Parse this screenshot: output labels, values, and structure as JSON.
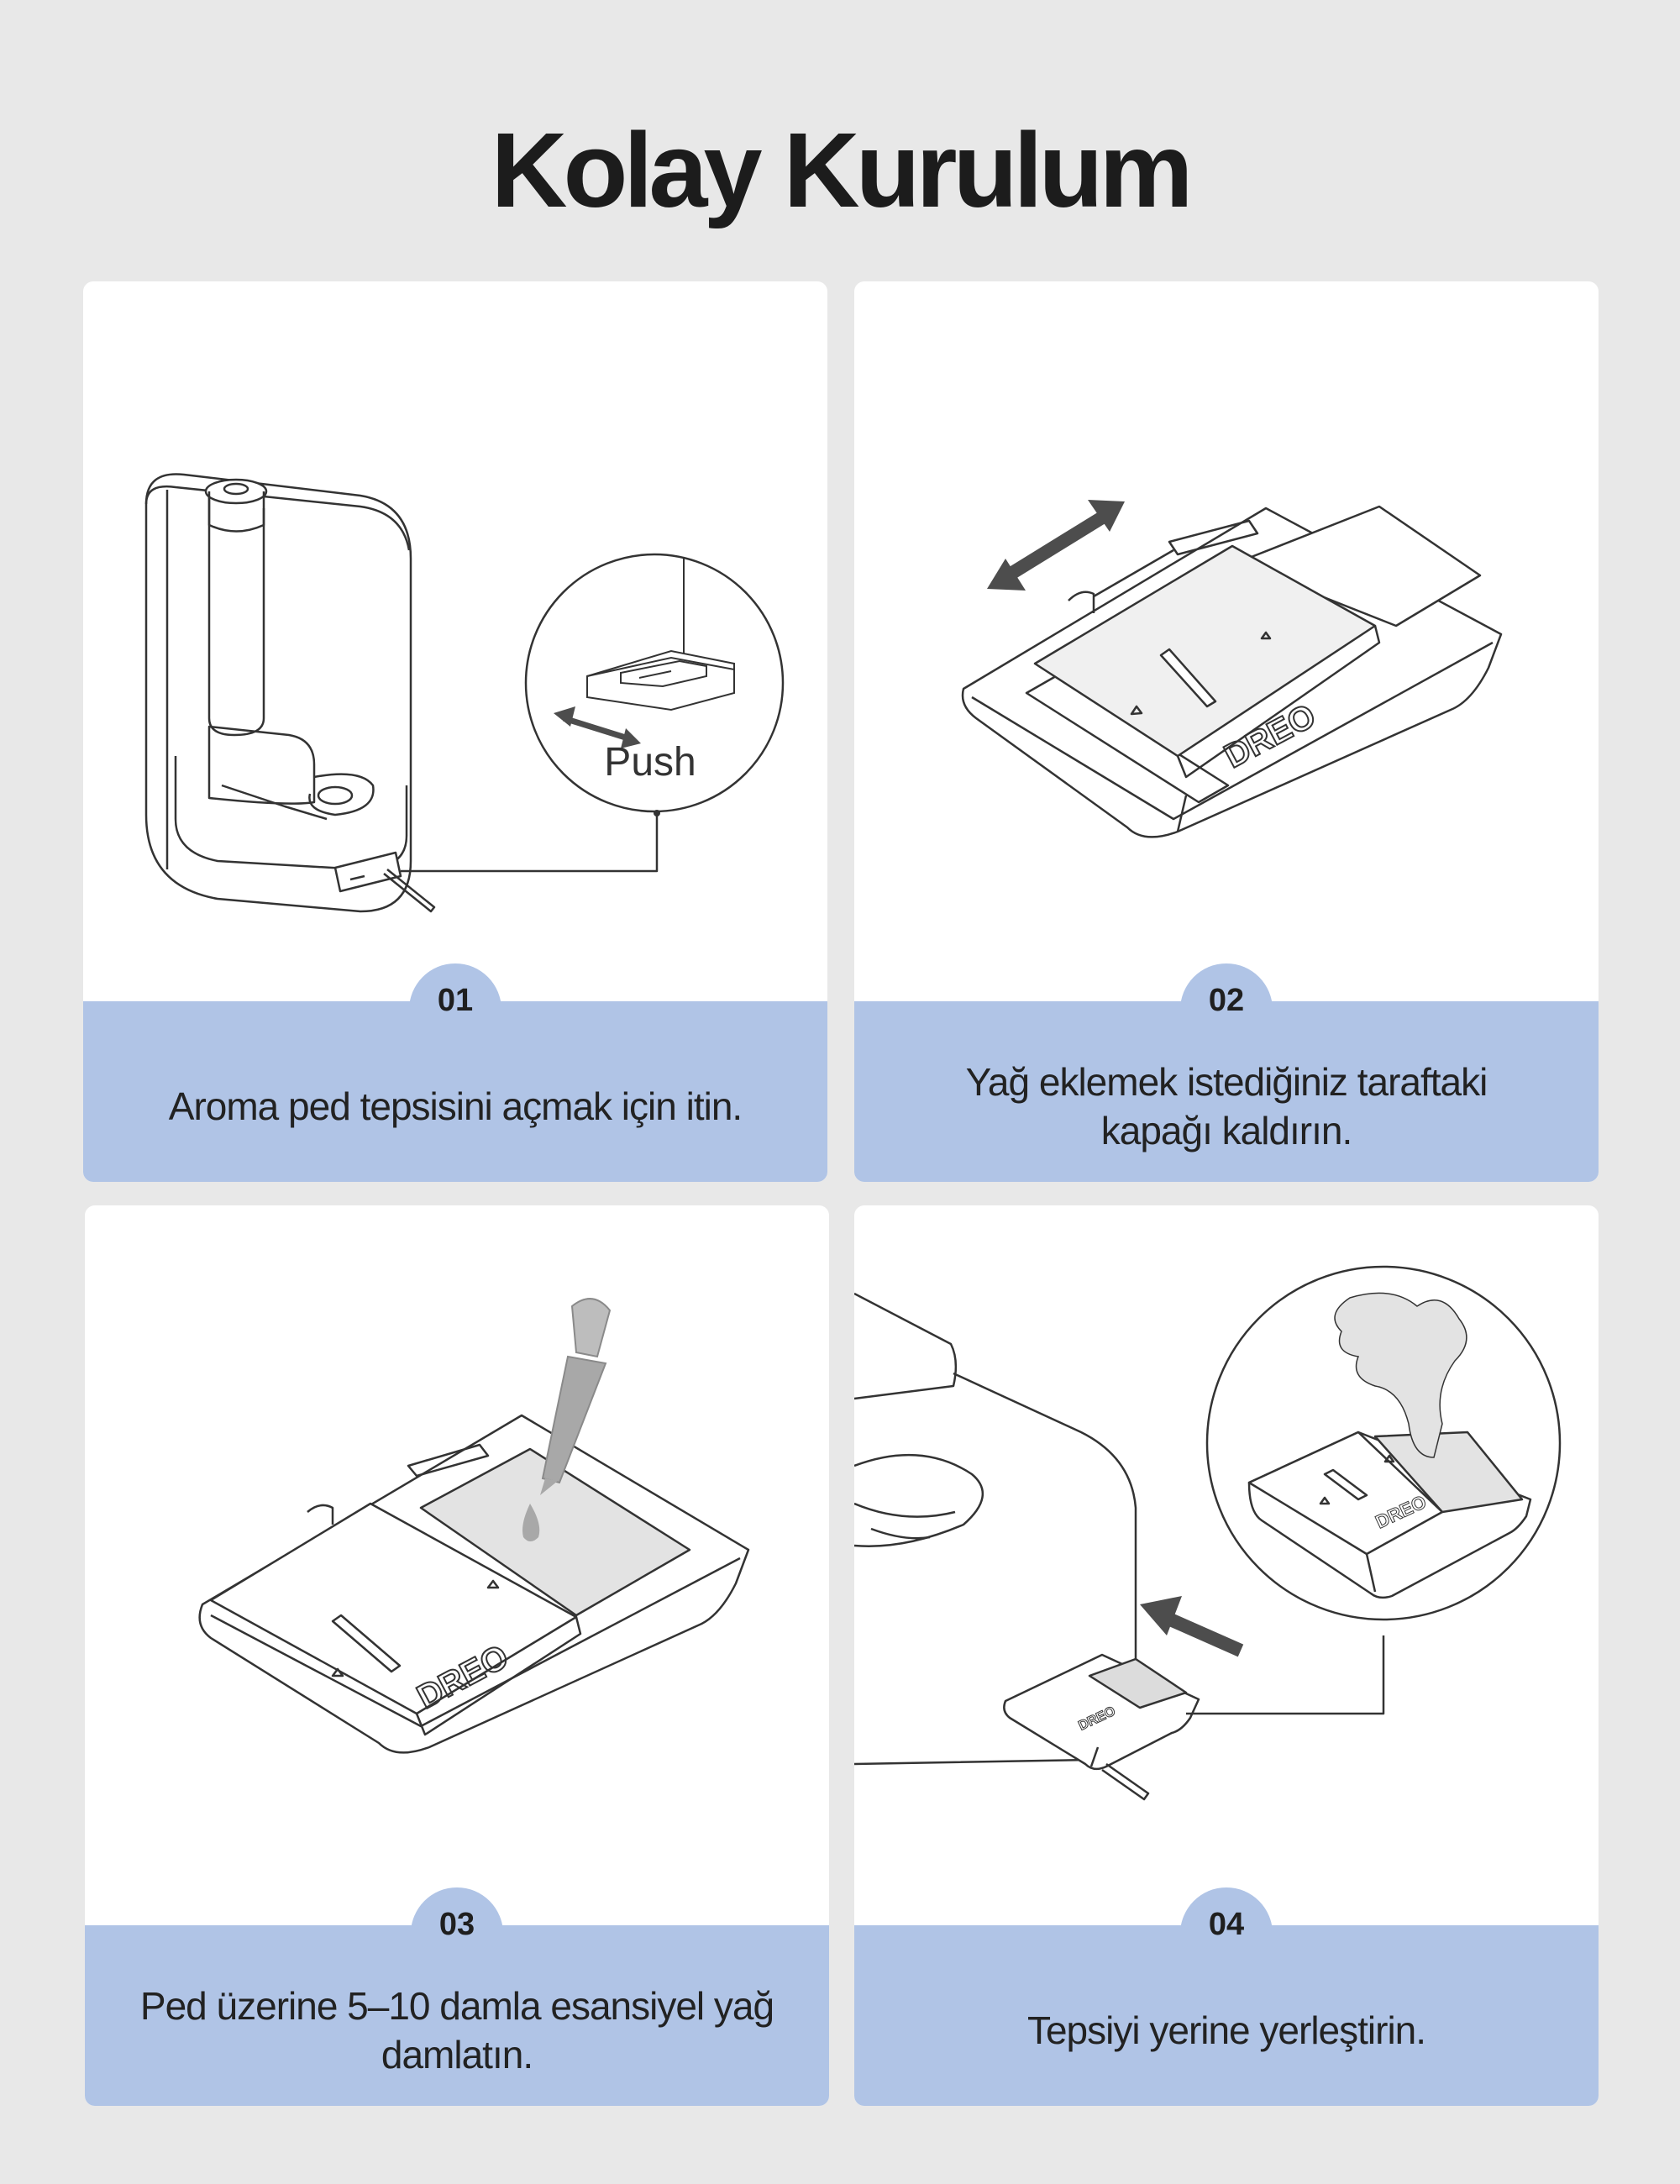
{
  "title": "Kolay Kurulum",
  "steps": [
    {
      "number": "01",
      "caption": "Aroma ped tepsisini açmak için itin."
    },
    {
      "number": "02",
      "caption": "Yağ eklemek istediğiniz taraftaki kapağı kaldırın."
    },
    {
      "number": "03",
      "caption": "Ped üzerine 5–10 damla esansiyel yağ damlatın."
    },
    {
      "number": "04",
      "caption": "Tepsiyi yerine yerleştirin."
    }
  ],
  "illustration": {
    "push_label": "Push",
    "brand_label": "DREO"
  },
  "colors": {
    "background": "#e8e8e8",
    "card": "#ffffff",
    "accent": "#b0c4e6",
    "arrow": "#4d4d4d",
    "pad": "#e3e3e3"
  }
}
